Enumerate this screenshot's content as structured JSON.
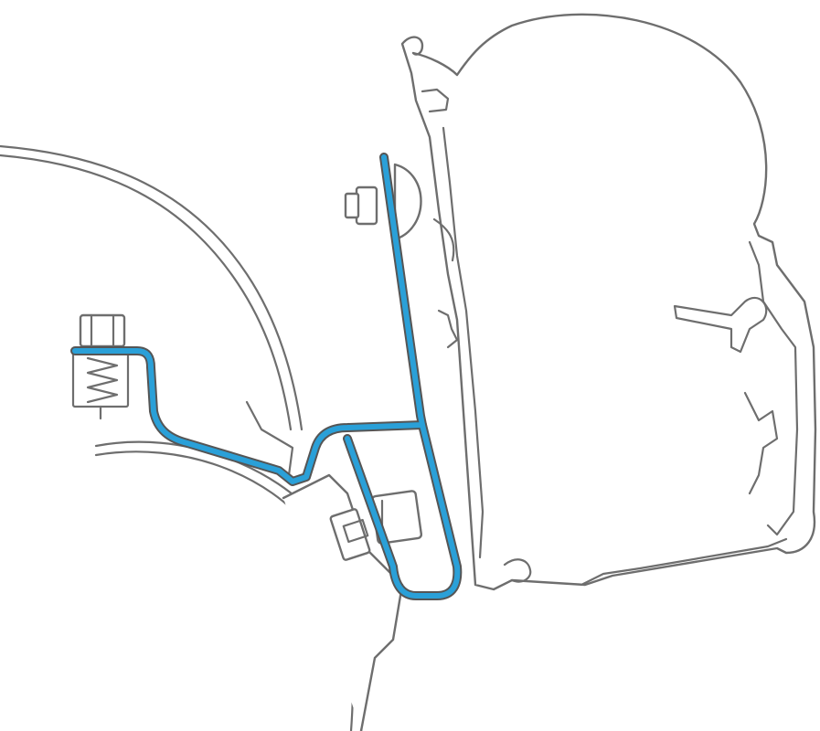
{
  "colors": {
    "background": "#ffffff",
    "line_art": "#6e6e6e",
    "adapter_fill": "#2aa0d8",
    "adapter_edge": "#555555"
  },
  "parts": [
    "vehicle-body-roof-outline",
    "vehicle-gutter-outline",
    "awning-cassette-profile",
    "mounting-adapter-bracket",
    "left-mounting-bolt",
    "upper-mounting-bolt",
    "adapter-clamp-nut",
    "adapter-clamp-block"
  ]
}
